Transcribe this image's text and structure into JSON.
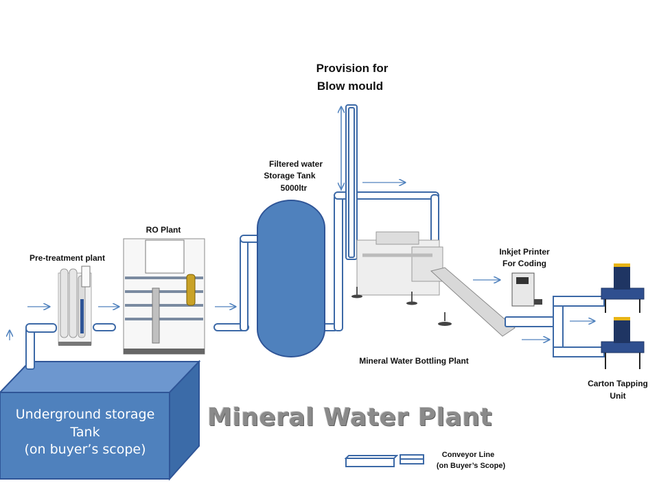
{
  "diagram": {
    "title": "Mineral Water Plant",
    "nodes": {
      "blow_mould": {
        "line1": "Provision for",
        "line2": "Blow mould"
      },
      "filtered_tank": {
        "line1": "Filtered water",
        "line2": "Storage Tank",
        "line3": "5000ltr"
      },
      "ro_plant": {
        "label": "RO Plant"
      },
      "pretreatment": {
        "label": "Pre-treatment plant"
      },
      "inkjet": {
        "line1": "Inkjet Printer",
        "line2": "For Coding"
      },
      "bottling": {
        "label": "Mineral Water Bottling Plant"
      },
      "carton": {
        "line1": "Carton Tapping",
        "line2": "Unit"
      },
      "underground": {
        "line1": "Underground storage",
        "line2": "Tank",
        "line3": "(on buyer’s scope)"
      }
    },
    "legend": {
      "line1": "Conveyor Line",
      "line2": "(on Buyer’s Scope)"
    },
    "colors": {
      "tank_fill": "#4f81bd",
      "pipe_stroke": "#3b68a6",
      "arrow": "#4f81bd",
      "title": "#8a8a8a"
    }
  }
}
